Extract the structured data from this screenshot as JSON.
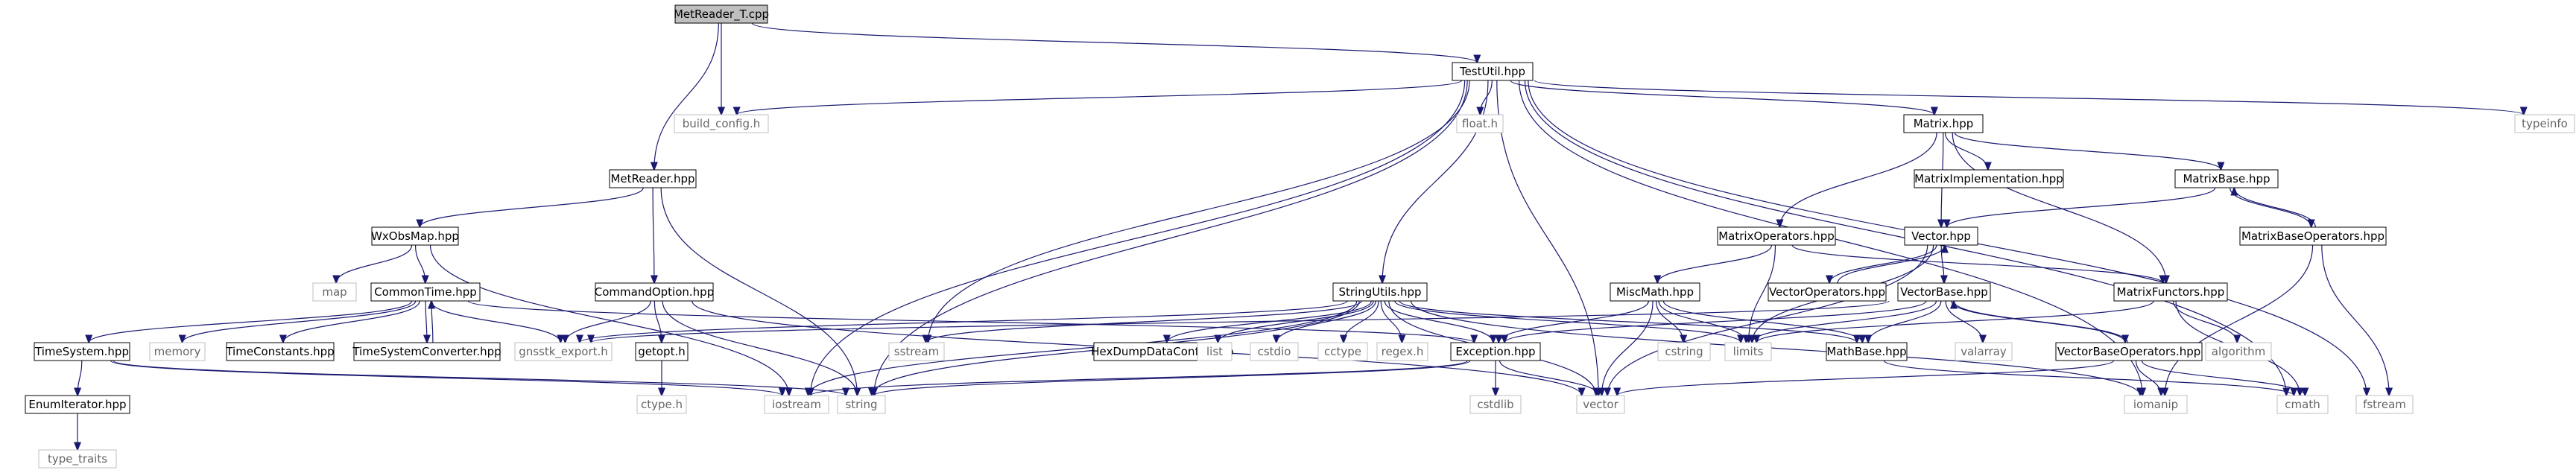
{
  "nodes": [
    {
      "id": "root",
      "label": "MetReader_T.cpp",
      "kind": "root"
    },
    {
      "id": "testutil",
      "label": "TestUtil.hpp",
      "kind": "local"
    },
    {
      "id": "buildconfig",
      "label": "build_config.h",
      "kind": "sys"
    },
    {
      "id": "metreader",
      "label": "MetReader.hpp",
      "kind": "local"
    },
    {
      "id": "wxobsmap",
      "label": "WxObsMap.hpp",
      "kind": "local"
    },
    {
      "id": "map",
      "label": "map",
      "kind": "sys"
    },
    {
      "id": "commontime",
      "label": "CommonTime.hpp",
      "kind": "local"
    },
    {
      "id": "timesystem",
      "label": "TimeSystem.hpp",
      "kind": "local"
    },
    {
      "id": "memory",
      "label": "memory",
      "kind": "sys"
    },
    {
      "id": "timeconstants",
      "label": "TimeConstants.hpp",
      "kind": "local"
    },
    {
      "id": "tsconv",
      "label": "TimeSystemConverter.hpp",
      "kind": "local"
    },
    {
      "id": "enumiter",
      "label": "EnumIterator.hpp",
      "kind": "local"
    },
    {
      "id": "typetraits",
      "label": "type_traits",
      "kind": "sys"
    },
    {
      "id": "cmdoption",
      "label": "CommandOption.hpp",
      "kind": "local"
    },
    {
      "id": "gnsstk",
      "label": "gnsstk_export.h",
      "kind": "sys"
    },
    {
      "id": "getopt",
      "label": "getopt.h",
      "kind": "local"
    },
    {
      "id": "ctypeh",
      "label": "ctype.h",
      "kind": "sys"
    },
    {
      "id": "iostream",
      "label": "iostream",
      "kind": "sys"
    },
    {
      "id": "string",
      "label": "string",
      "kind": "sys"
    },
    {
      "id": "sstream",
      "label": "sstream",
      "kind": "sys"
    },
    {
      "id": "strutils",
      "label": "StringUtils.hpp",
      "kind": "local"
    },
    {
      "id": "hexdump",
      "label": "HexDumpDataConfig.hpp",
      "kind": "local"
    },
    {
      "id": "list",
      "label": "list",
      "kind": "sys"
    },
    {
      "id": "cstdio",
      "label": "cstdio",
      "kind": "sys"
    },
    {
      "id": "cctype",
      "label": "cctype",
      "kind": "sys"
    },
    {
      "id": "regexh",
      "label": "regex.h",
      "kind": "sys"
    },
    {
      "id": "exception",
      "label": "Exception.hpp",
      "kind": "local"
    },
    {
      "id": "cstdlib",
      "label": "cstdlib",
      "kind": "sys"
    },
    {
      "id": "vector",
      "label": "vector",
      "kind": "sys"
    },
    {
      "id": "floath",
      "label": "float.h",
      "kind": "sys"
    },
    {
      "id": "matrix",
      "label": "Matrix.hpp",
      "kind": "local"
    },
    {
      "id": "matimpl",
      "label": "MatrixImplementation.hpp",
      "kind": "local"
    },
    {
      "id": "matbase",
      "label": "MatrixBase.hpp",
      "kind": "local"
    },
    {
      "id": "matbaseops",
      "label": "MatrixBaseOperators.hpp",
      "kind": "local"
    },
    {
      "id": "matops",
      "label": "MatrixOperators.hpp",
      "kind": "local"
    },
    {
      "id": "vectorhpp",
      "label": "Vector.hpp",
      "kind": "local"
    },
    {
      "id": "vecops",
      "label": "VectorOperators.hpp",
      "kind": "local"
    },
    {
      "id": "miscmath",
      "label": "MiscMath.hpp",
      "kind": "local"
    },
    {
      "id": "cstring",
      "label": "cstring",
      "kind": "sys"
    },
    {
      "id": "limits",
      "label": "limits",
      "kind": "sys"
    },
    {
      "id": "vecbase",
      "label": "VectorBase.hpp",
      "kind": "local"
    },
    {
      "id": "valarray",
      "label": "valarray",
      "kind": "sys"
    },
    {
      "id": "mathbase",
      "label": "MathBase.hpp",
      "kind": "local"
    },
    {
      "id": "vecbaseops",
      "label": "VectorBaseOperators.hpp",
      "kind": "local"
    },
    {
      "id": "matfunctors",
      "label": "MatrixFunctors.hpp",
      "kind": "local"
    },
    {
      "id": "algorithm",
      "label": "algorithm",
      "kind": "sys"
    },
    {
      "id": "iomanip",
      "label": "iomanip",
      "kind": "sys"
    },
    {
      "id": "cmath",
      "label": "cmath",
      "kind": "sys"
    },
    {
      "id": "fstream",
      "label": "fstream",
      "kind": "sys"
    },
    {
      "id": "typeinfo",
      "label": "typeinfo",
      "kind": "sys"
    }
  ],
  "edges": [
    [
      "root",
      "testutil"
    ],
    [
      "root",
      "buildconfig"
    ],
    [
      "root",
      "metreader"
    ],
    [
      "testutil",
      "buildconfig"
    ],
    [
      "testutil",
      "iostream"
    ],
    [
      "testutil",
      "string"
    ],
    [
      "testutil",
      "sstream"
    ],
    [
      "testutil",
      "strutils"
    ],
    [
      "testutil",
      "floath"
    ],
    [
      "testutil",
      "vector"
    ],
    [
      "testutil",
      "matrix"
    ],
    [
      "testutil",
      "iomanip"
    ],
    [
      "testutil",
      "cmath"
    ],
    [
      "testutil",
      "fstream"
    ],
    [
      "testutil",
      "typeinfo"
    ],
    [
      "metreader",
      "wxobsmap"
    ],
    [
      "metreader",
      "cmdoption"
    ],
    [
      "metreader",
      "string"
    ],
    [
      "wxobsmap",
      "map"
    ],
    [
      "wxobsmap",
      "commontime"
    ],
    [
      "wxobsmap",
      "iostream"
    ],
    [
      "commontime",
      "timesystem"
    ],
    [
      "commontime",
      "memory"
    ],
    [
      "commontime",
      "timeconstants"
    ],
    [
      "commontime",
      "tsconv"
    ],
    [
      "commontime",
      "gnsstk"
    ],
    [
      "commontime",
      "exception"
    ],
    [
      "tsconv",
      "commontime"
    ],
    [
      "timesystem",
      "enumiter"
    ],
    [
      "timesystem",
      "iostream"
    ],
    [
      "timesystem",
      "string"
    ],
    [
      "enumiter",
      "typetraits"
    ],
    [
      "cmdoption",
      "gnsstk"
    ],
    [
      "cmdoption",
      "getopt"
    ],
    [
      "cmdoption",
      "string"
    ],
    [
      "cmdoption",
      "vector"
    ],
    [
      "getopt",
      "ctypeh"
    ],
    [
      "strutils",
      "sstream"
    ],
    [
      "strutils",
      "hexdump"
    ],
    [
      "strutils",
      "list"
    ],
    [
      "strutils",
      "cstdio"
    ],
    [
      "strutils",
      "cctype"
    ],
    [
      "strutils",
      "regexh"
    ],
    [
      "strutils",
      "exception"
    ],
    [
      "strutils",
      "limits"
    ],
    [
      "strutils",
      "vector"
    ],
    [
      "strutils",
      "iomanip"
    ],
    [
      "strutils",
      "iostream"
    ],
    [
      "strutils",
      "string"
    ],
    [
      "strutils",
      "gnsstk"
    ],
    [
      "strutils",
      "mathbase"
    ],
    [
      "exception",
      "cstdlib"
    ],
    [
      "exception",
      "vector"
    ],
    [
      "exception",
      "string"
    ],
    [
      "exception",
      "iostream"
    ],
    [
      "matrix",
      "matimpl"
    ],
    [
      "matrix",
      "matbase"
    ],
    [
      "matrix",
      "matops"
    ],
    [
      "matrix",
      "vectorhpp"
    ],
    [
      "matrix",
      "matfunctors"
    ],
    [
      "matbase",
      "vectorhpp"
    ],
    [
      "matbase",
      "matbaseops"
    ],
    [
      "matbaseops",
      "matbase"
    ],
    [
      "matbaseops",
      "iomanip"
    ],
    [
      "matbaseops",
      "fstream"
    ],
    [
      "matops",
      "miscmath"
    ],
    [
      "matops",
      "matfunctors"
    ],
    [
      "matops",
      "limits"
    ],
    [
      "miscmath",
      "cstring"
    ],
    [
      "miscmath",
      "limits"
    ],
    [
      "miscmath",
      "exception"
    ],
    [
      "miscmath",
      "vector"
    ],
    [
      "miscmath",
      "mathbase"
    ],
    [
      "vectorhpp",
      "vecops"
    ],
    [
      "vecops",
      "vectorhpp"
    ],
    [
      "vectorhpp",
      "vecbase"
    ],
    [
      "vectorhpp",
      "limits"
    ],
    [
      "vectorhpp",
      "vector"
    ],
    [
      "vecbase",
      "valarray"
    ],
    [
      "vecbase",
      "mathbase"
    ],
    [
      "vecbase",
      "vecbaseops"
    ],
    [
      "vecbase",
      "limits"
    ],
    [
      "vecbase",
      "exception"
    ],
    [
      "vecbase",
      "gnsstk"
    ],
    [
      "vecbaseops",
      "vecbase"
    ],
    [
      "vecbaseops",
      "iomanip"
    ],
    [
      "vecbaseops",
      "cmath"
    ],
    [
      "vecbaseops",
      "vector"
    ],
    [
      "matfunctors",
      "algorithm"
    ],
    [
      "matfunctors",
      "cmath"
    ],
    [
      "matfunctors",
      "limits"
    ],
    [
      "mathbase",
      "cmath"
    ]
  ]
}
